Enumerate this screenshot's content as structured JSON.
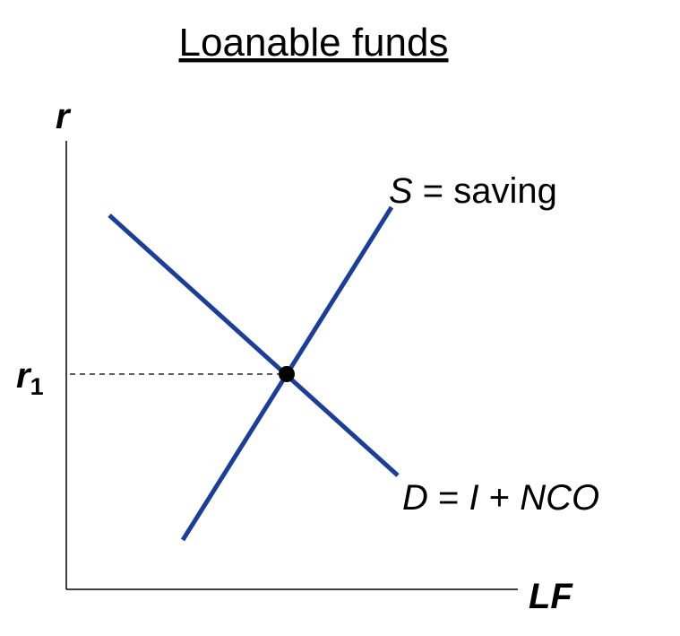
{
  "title": "Loanable funds",
  "axes": {
    "y_label": "r",
    "x_label": "LF"
  },
  "equilibrium": {
    "rate_label_main": "r",
    "rate_label_sub": "1"
  },
  "supply": {
    "label_var": "S",
    "label_rest": " = saving"
  },
  "demand": {
    "label_var": "D",
    "label_mid": " = ",
    "label_i": "I",
    "label_plus": " + ",
    "label_nco": "NCO"
  },
  "colors": {
    "curve": "#1a3e99",
    "axis": "#000000",
    "text": "#000000",
    "dashed": "#000000"
  }
}
